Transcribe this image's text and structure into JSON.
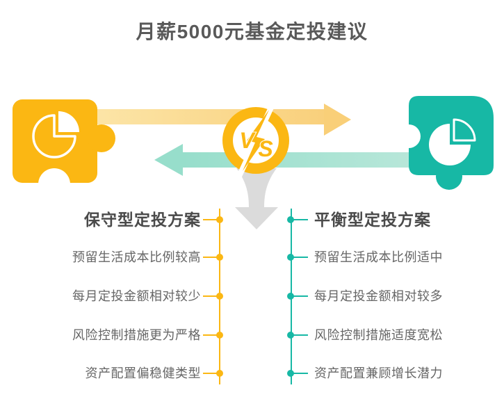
{
  "title": "月薪5000元基金定投建议",
  "vs_badge": {
    "label": "VS",
    "v": "V",
    "s": "S"
  },
  "left_plan": {
    "title": "保守型定投方案",
    "items": [
      "预留生活成本比例较高",
      "每月定投金额相对较少",
      "风险控制措施更为严格",
      "资产配置偏稳健类型"
    ],
    "accent_color": "#FBB713"
  },
  "right_plan": {
    "title": "平衡型定投方案",
    "items": [
      "预留生活成本比例适中",
      "每月定投金额相对较多",
      "风险控制措施适度宽松",
      "资产配置兼顾增长潜力"
    ],
    "accent_color": "#17B8A5"
  },
  "icons": {
    "left_puzzle": "yellow-puzzle-piece-with-pie-chart",
    "right_puzzle": "teal-puzzle-piece-with-pie-chart",
    "center": "vs-lightning-badge",
    "arrows": [
      "yellow-right-arrow",
      "teal-left-arrow",
      "gray-down-arrow"
    ]
  },
  "colors": {
    "yellow": "#FBB713",
    "yellow_arrow_light": "#FCE7AC",
    "yellow_arrow_dark": "#F9CF78",
    "teal": "#17B8A5",
    "teal_arrow_light": "#BCE8DB",
    "teal_arrow_dark": "#97DECB",
    "gray_arrow": "#DBDBDB",
    "title_text": "#595959",
    "heading_text": "#4A4A4A",
    "item_text": "#666666",
    "background": "#FFFFFF"
  }
}
